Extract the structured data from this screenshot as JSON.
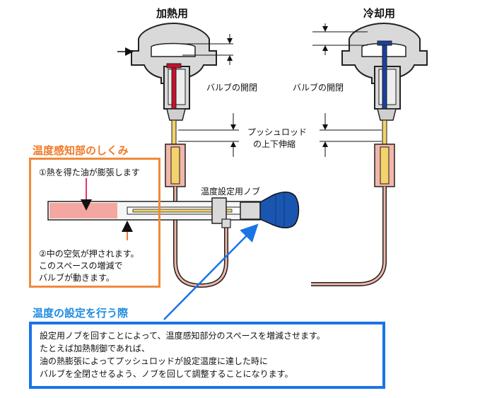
{
  "titles": {
    "heating": "加熱用",
    "cooling": "冷却用"
  },
  "labels": {
    "valve_left": "バルブの開閉",
    "valve_right": "バルブの開閉",
    "pushrod_line1": "プッシュロッド",
    "pushrod_line2": "の上下伸縮",
    "knob": "温度設定用ノブ"
  },
  "sensing_section": {
    "title": "温度感知部のしくみ",
    "note1": "①熱を得た油が膨張します",
    "note2_line1": "②中の空気が押されます。",
    "note2_line2": "このスペースの増減で",
    "note2_line3": "バルブが動きます。"
  },
  "setting_section": {
    "title": "温度の設定を行う際",
    "line1": "設定用ノブを回すことによって、温度感知部分のスペースを増減させます。",
    "line2": "たとえば加熱制御であれば、",
    "line3": "油の熱膨張によってプッシュロッドが設定温度に達した時に",
    "line4": "バルブを全閉させるよう、ノブを回して調整することになります。"
  },
  "colors": {
    "valve_body": "#d9d9d9",
    "heating_rod": "#c8102e",
    "cooling_rod": "#1a3f9e",
    "capillary": "#f2b6aa",
    "oil": "#f4a7a0",
    "knob": "#1a56b0",
    "pushrod": "#f3d36b",
    "orange_accent": "#f07a2a",
    "blue_accent": "#1a74e6"
  }
}
